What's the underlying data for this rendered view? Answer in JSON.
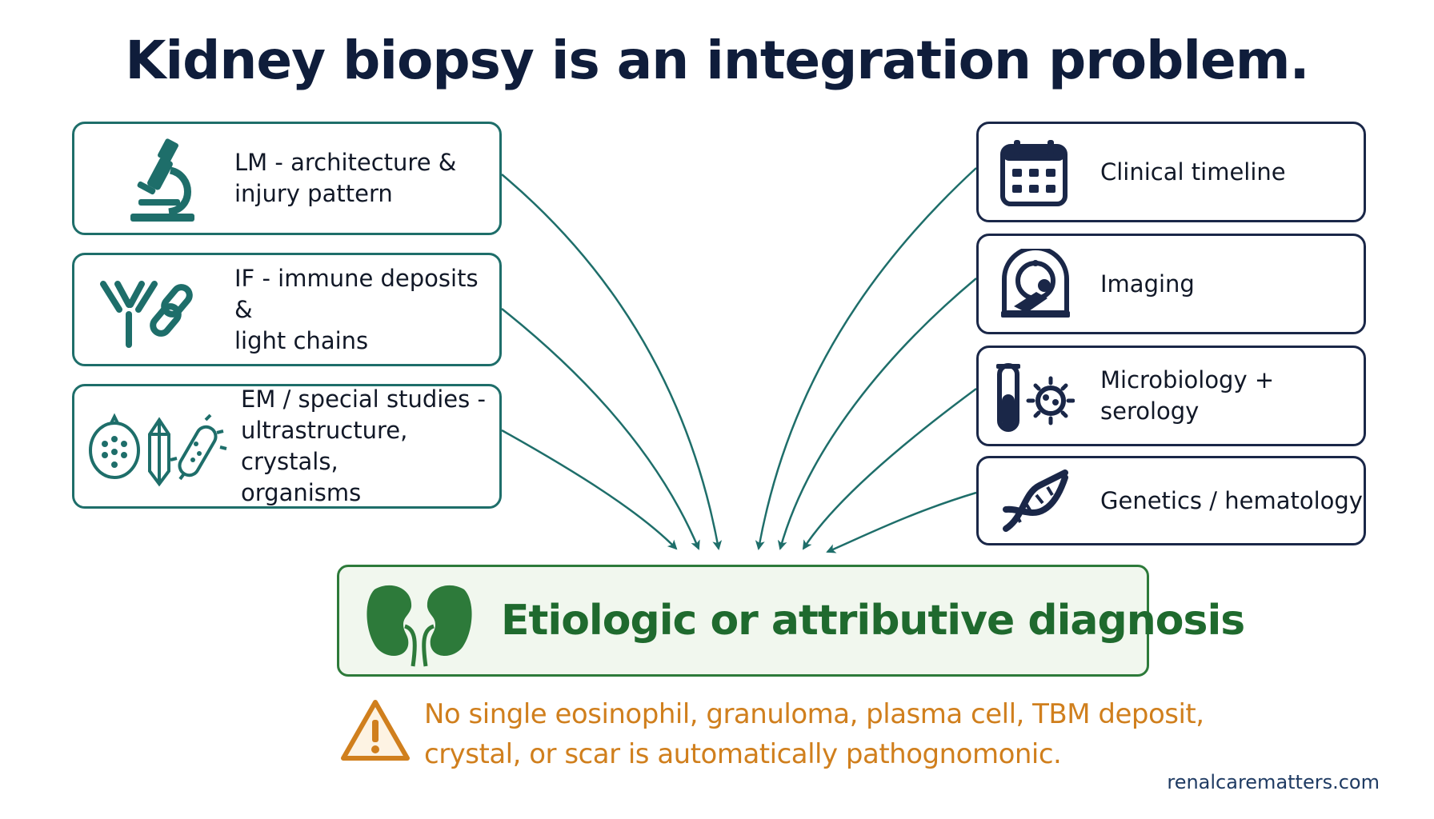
{
  "title": "Kidney biopsy is an integration problem.",
  "left_inputs": [
    {
      "label": "LM - architecture & injury pattern",
      "lines": [
        "LM - architecture &",
        "injury pattern"
      ],
      "icon": "microscope-icon"
    },
    {
      "label": "IF - immune deposits & light chains",
      "lines": [
        "IF - immune deposits &",
        "light chains"
      ],
      "icon": "antibody-chain-icon"
    },
    {
      "label": "EM / special studies - ultrastructure, crystals, organisms",
      "lines": [
        "EM / special studies -",
        "ultrastructure, crystals,",
        "organisms"
      ],
      "icon": "cell-crystal-bacteria-icon"
    }
  ],
  "right_inputs": [
    {
      "label": "Clinical timeline",
      "icon": "calendar-icon"
    },
    {
      "label": "Imaging",
      "icon": "mri-scanner-icon"
    },
    {
      "label": "Microbiology + serology",
      "icon": "test-tube-virus-icon"
    },
    {
      "label": "Genetics / hematology",
      "icon": "dna-icon"
    }
  ],
  "result": {
    "label": "Etiologic or attributive diagnosis",
    "icon": "kidneys-icon"
  },
  "warning": {
    "lines": [
      "No single eosinophil, granuloma, plasma cell, TBM deposit,",
      "crystal, or scar is automatically pathognomonic."
    ],
    "icon": "warning-icon"
  },
  "credit": "renalcarematters.com",
  "colors": {
    "navy": "#0f1d3b",
    "teal": "#1e6e6a",
    "green": "#2d7a3a",
    "orange": "#d07f1d"
  }
}
